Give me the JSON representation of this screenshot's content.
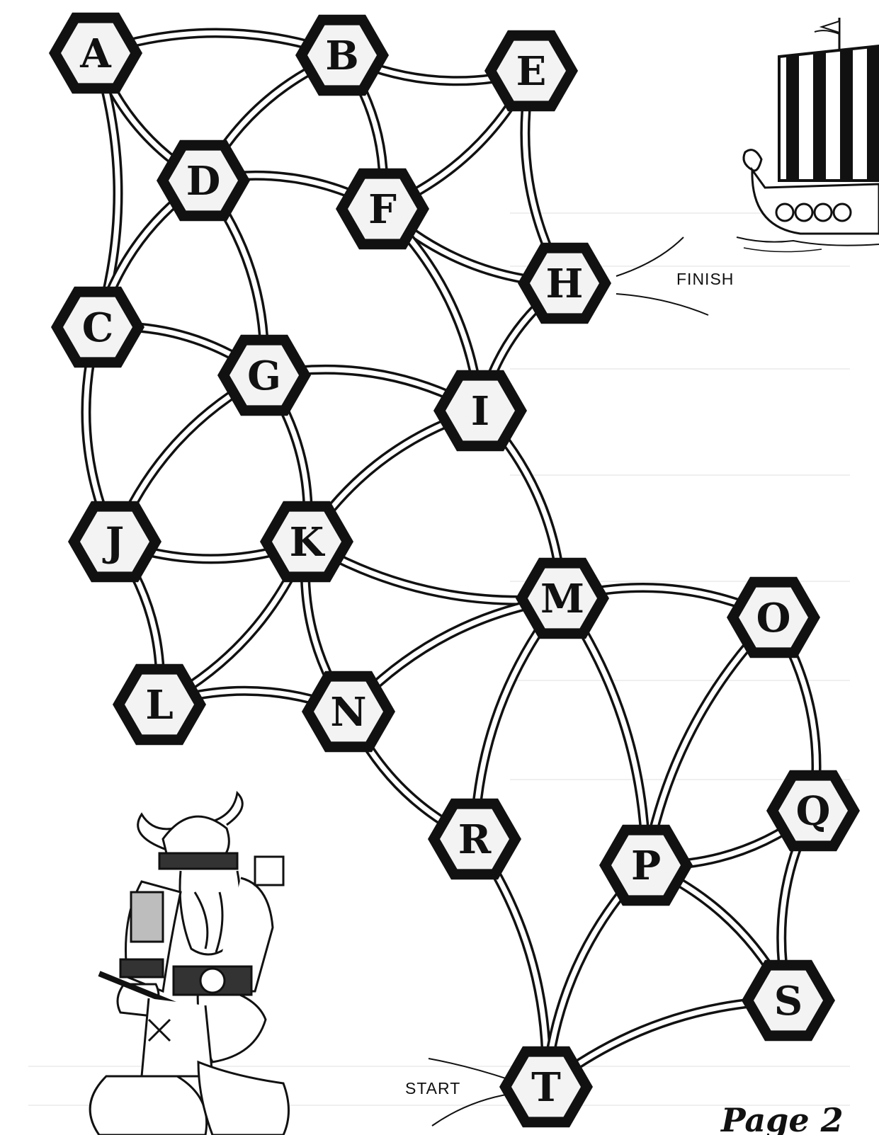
{
  "maze": {
    "nodes": [
      "A",
      "B",
      "C",
      "D",
      "E",
      "F",
      "G",
      "H",
      "I",
      "J",
      "K",
      "L",
      "M",
      "N",
      "O",
      "P",
      "Q",
      "R",
      "S",
      "T"
    ],
    "edges": [
      [
        "A",
        "B"
      ],
      [
        "A",
        "D"
      ],
      [
        "A",
        "C"
      ],
      [
        "B",
        "E"
      ],
      [
        "B",
        "F"
      ],
      [
        "B",
        "D"
      ],
      [
        "E",
        "F"
      ],
      [
        "E",
        "H"
      ],
      [
        "D",
        "F"
      ],
      [
        "D",
        "C"
      ],
      [
        "D",
        "G"
      ],
      [
        "F",
        "H"
      ],
      [
        "F",
        "I"
      ],
      [
        "H",
        "I"
      ],
      [
        "C",
        "G"
      ],
      [
        "C",
        "J"
      ],
      [
        "G",
        "I"
      ],
      [
        "G",
        "J"
      ],
      [
        "G",
        "K"
      ],
      [
        "I",
        "K"
      ],
      [
        "I",
        "M"
      ],
      [
        "J",
        "K"
      ],
      [
        "J",
        "L"
      ],
      [
        "K",
        "M"
      ],
      [
        "K",
        "L"
      ],
      [
        "K",
        "N"
      ],
      [
        "L",
        "N"
      ],
      [
        "M",
        "N"
      ],
      [
        "M",
        "O"
      ],
      [
        "M",
        "R"
      ],
      [
        "M",
        "P"
      ],
      [
        "N",
        "R"
      ],
      [
        "O",
        "Q"
      ],
      [
        "O",
        "P"
      ],
      [
        "Q",
        "P"
      ],
      [
        "Q",
        "S"
      ],
      [
        "R",
        "T"
      ],
      [
        "P",
        "T"
      ],
      [
        "P",
        "S"
      ],
      [
        "S",
        "T"
      ]
    ]
  },
  "labels": {
    "finish": "FINISH",
    "start": "START",
    "page": "Page 2"
  },
  "illustrations": {
    "ship": "viking-ship-icon",
    "viking": "viking-warrior-icon"
  },
  "colors": {
    "ink": "#111111",
    "hex_fill": "#f3f3f3",
    "paper": "#ffffff"
  }
}
